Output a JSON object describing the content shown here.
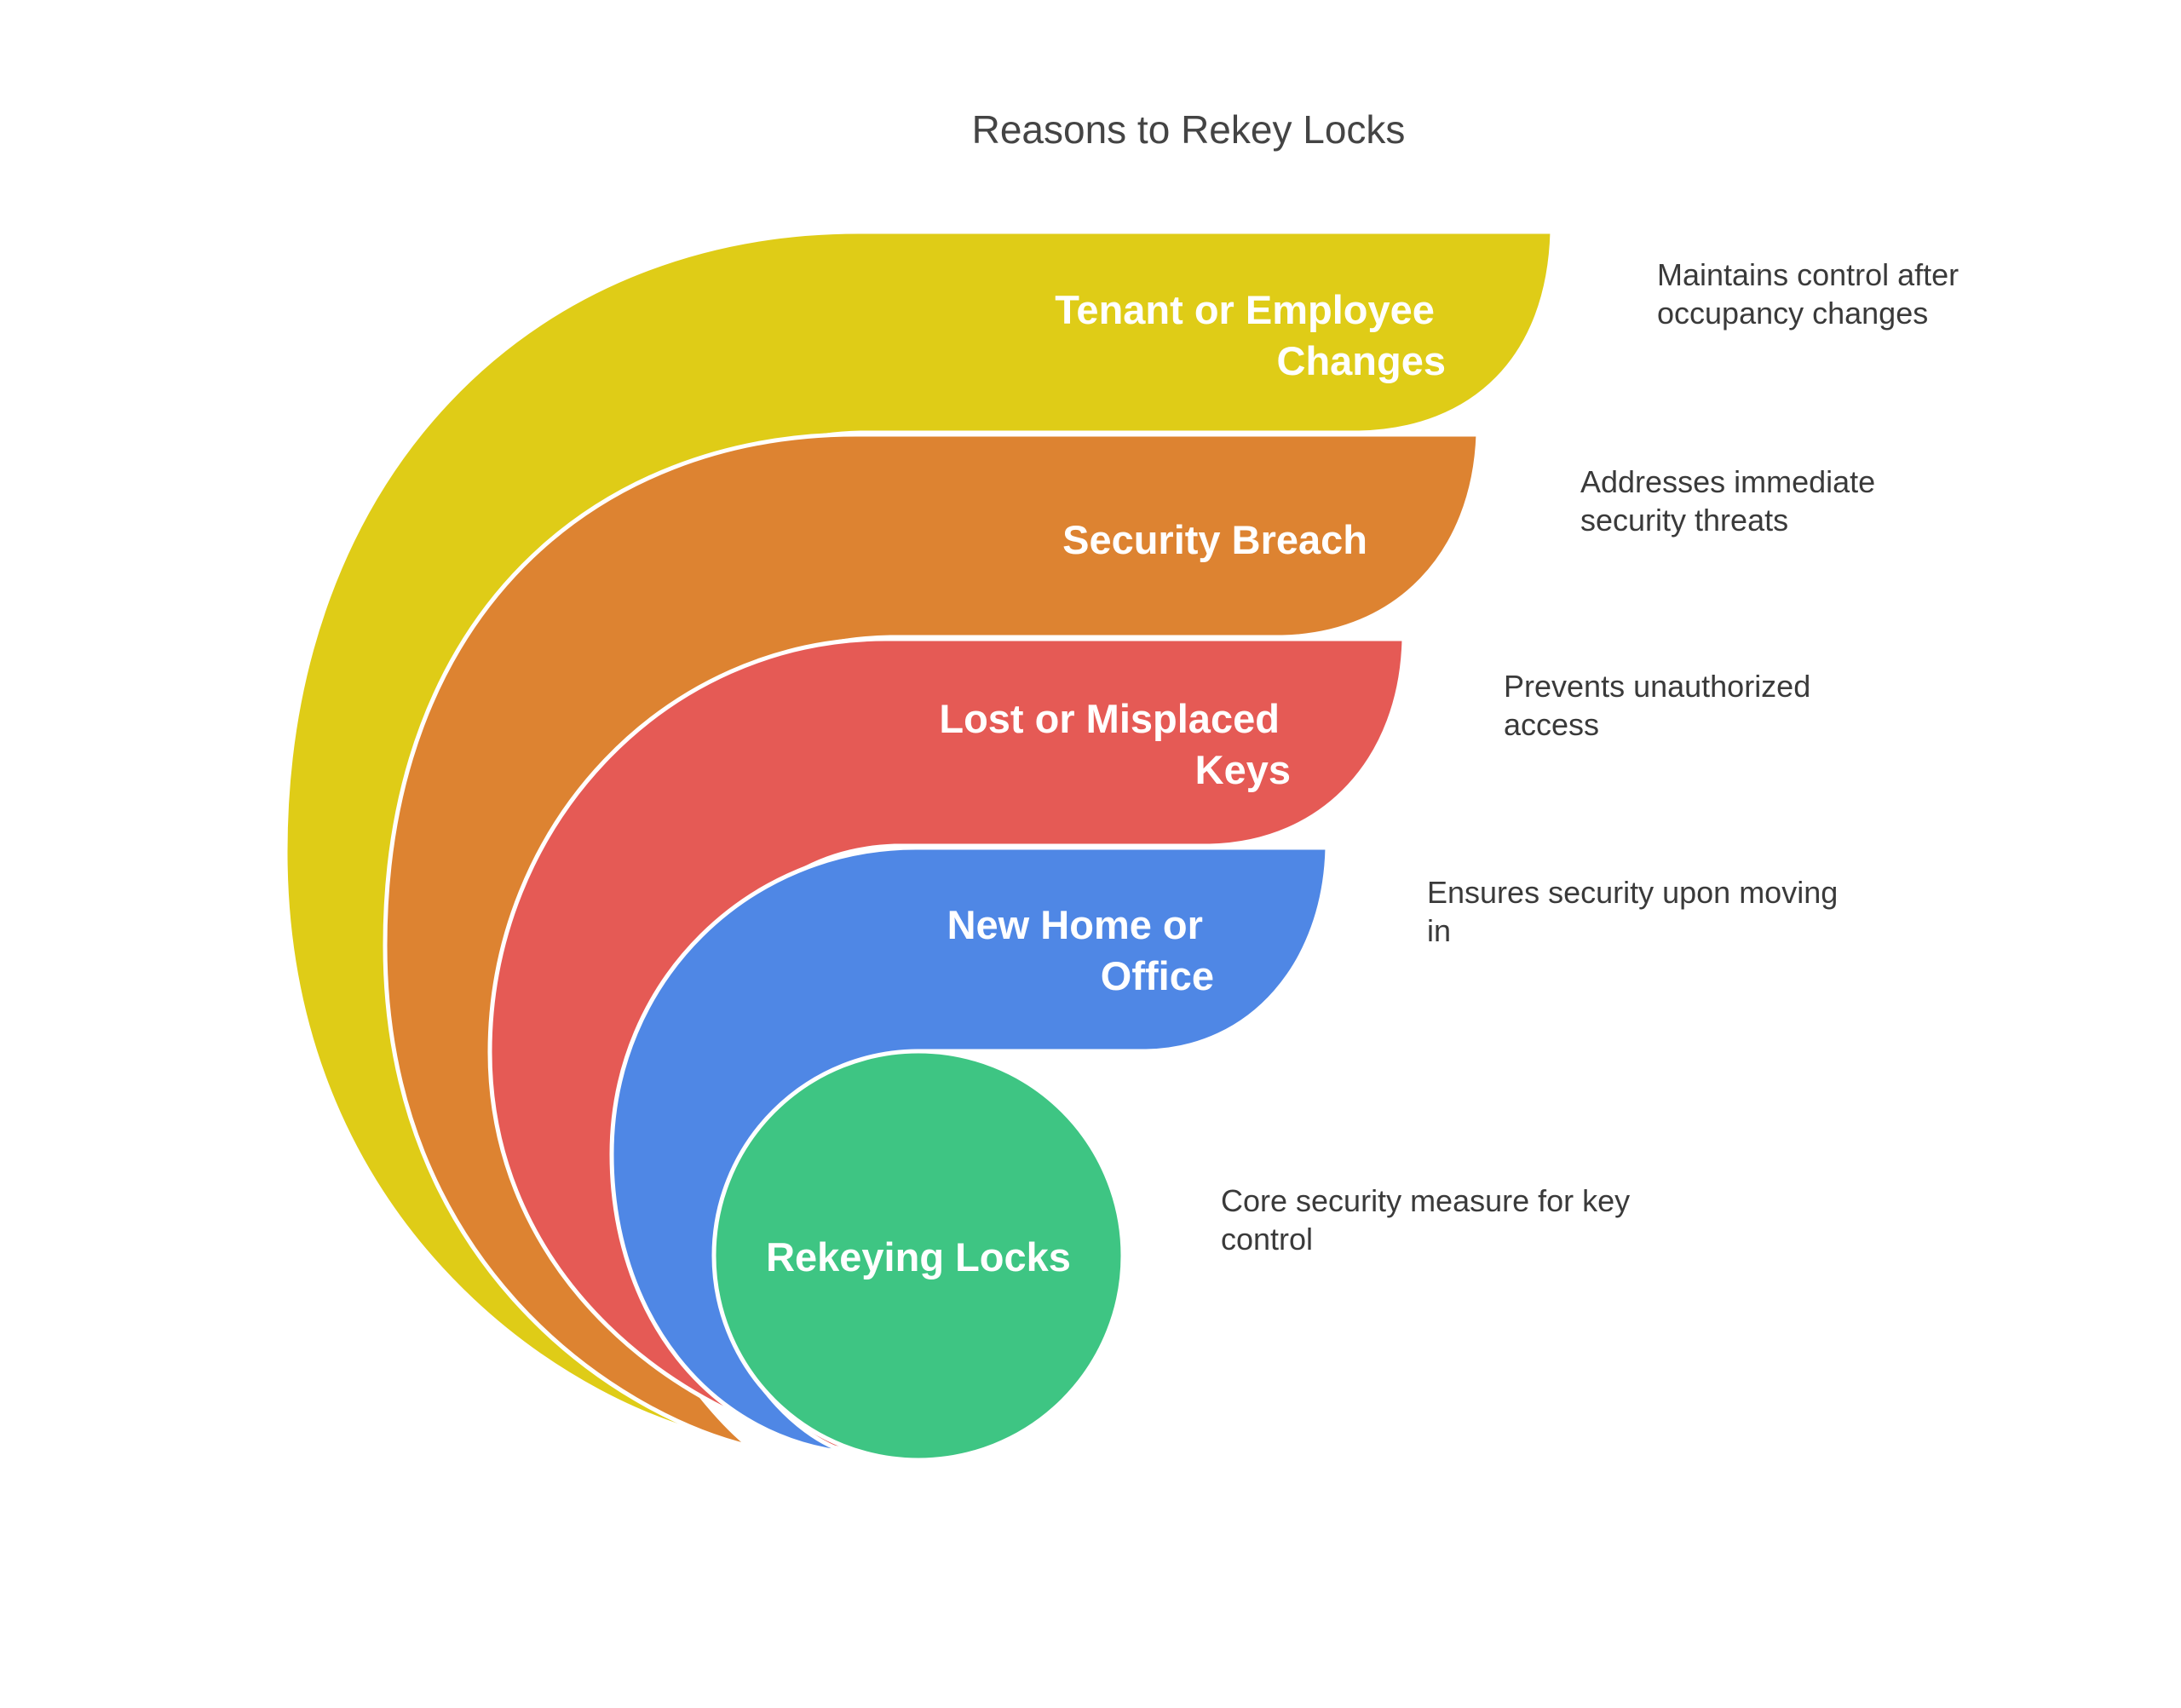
{
  "title": "Reasons to Rekey Locks",
  "colors": {
    "yellow": "#DFCC17",
    "orange": "#DD8331",
    "red": "#E55A55",
    "blue": "#4F87E5",
    "green": "#3EC583"
  },
  "layers": [
    {
      "id": "tenant",
      "label_lines": [
        "Tenant or Employee",
        "Changes"
      ],
      "description_lines": [
        "Maintains control after",
        "occupancy changes"
      ],
      "color": "#DFCC17"
    },
    {
      "id": "breach",
      "label_lines": [
        "Security Breach"
      ],
      "description_lines": [
        "Addresses immediate",
        "security threats"
      ],
      "color": "#DD8331"
    },
    {
      "id": "lost",
      "label_lines": [
        "Lost or Misplaced",
        "Keys"
      ],
      "description_lines": [
        "Prevents unauthorized",
        "access"
      ],
      "color": "#E55A55"
    },
    {
      "id": "newhome",
      "label_lines": [
        "New Home or",
        "Office"
      ],
      "description_lines": [
        "Ensures security upon moving",
        "in"
      ],
      "color": "#4F87E5"
    }
  ],
  "core": {
    "label": "Rekeying Locks",
    "description_lines": [
      "Core security measure for key",
      "control"
    ],
    "color": "#3EC583"
  }
}
